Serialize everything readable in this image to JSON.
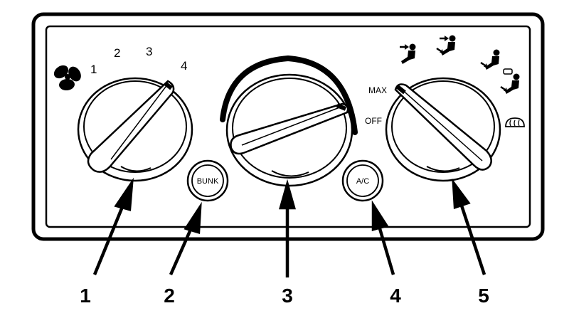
{
  "panel": {
    "fan_speeds": [
      "1",
      "2",
      "3",
      "4"
    ],
    "bunk_button_label": "BUNK",
    "ac_button_label": "A/C",
    "mode_max_label": "MAX",
    "mode_off_label": "OFF"
  },
  "callouts": [
    "1",
    "2",
    "3",
    "4",
    "5"
  ],
  "icons": {
    "fan": "fan-icon",
    "temperature_arc": "temperature-arc",
    "mode_face": "vent-face-icon",
    "mode_bilevel": "vent-bilevel-icon",
    "mode_floor": "vent-floor-icon",
    "mode_floor_defrost": "vent-floor-defrost-icon",
    "mode_defrost": "defrost-icon"
  }
}
